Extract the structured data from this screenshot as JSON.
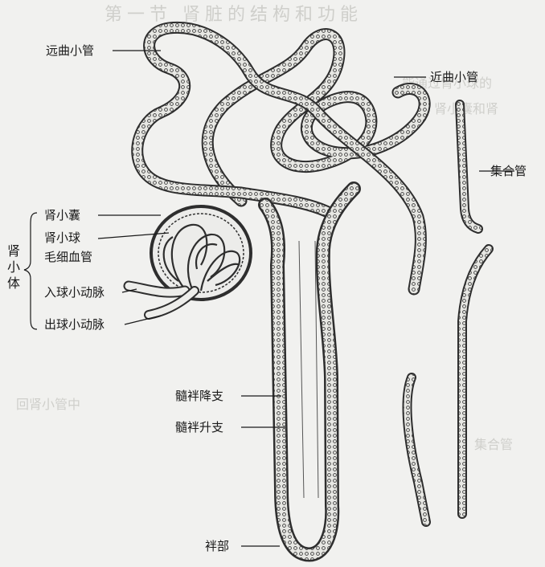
{
  "header_text": "第一节 肾脏的结构和功能",
  "labels": {
    "distal_tubule": "远曲小管",
    "proximal_tubule": "近曲小管",
    "collecting_duct": "集合管",
    "glomerular_capsule": "肾小囊",
    "glomerulus_capillary": "肾小球\n毛细血管",
    "renal_corpuscle": "肾小体",
    "afferent_arteriole": "入球小动脉",
    "efferent_arteriole": "出球小动脉",
    "descending_limb": "髓袢降支",
    "ascending_limb": "髓袢升支",
    "loop": "袢部"
  },
  "background_text": [
    "能通过肾小球的",
    "肾小囊和肾",
    "回肾小管中",
    "集合管"
  ]
}
